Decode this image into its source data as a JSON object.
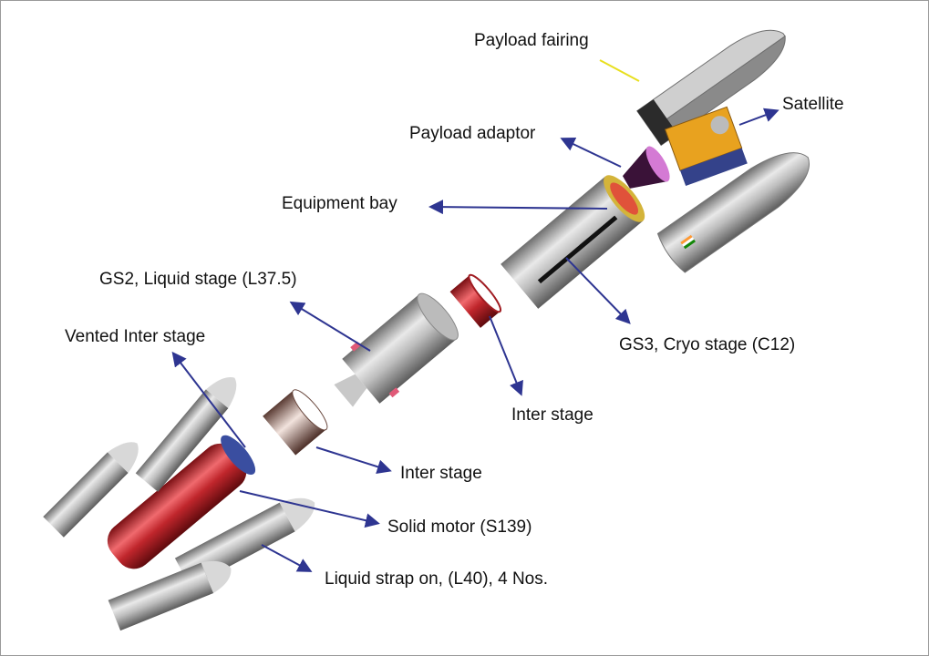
{
  "title": "GSLV exploded view",
  "colors": {
    "arrow": "#2e3591",
    "fairing_leader": "#e8df1e",
    "solid_motor": "#c0262c",
    "cryo_stage": "#9a9a9a",
    "satellite": "#e8a21f"
  },
  "labels": {
    "payload_fairing": "Payload fairing",
    "satellite": "Satellite",
    "payload_adaptor": "Payload adaptor",
    "equipment_bay": "Equipment bay",
    "gs2": "GS2, Liquid stage (L37.5)",
    "gs3": "GS3, Cryo stage (C12)",
    "vented_inter_stage": "Vented Inter stage",
    "inter_stage_upper": "Inter stage",
    "inter_stage_lower": "Inter stage",
    "solid_motor": "Solid motor (S139)",
    "liquid_strap_on": "Liquid strap on, (L40), 4 Nos."
  }
}
